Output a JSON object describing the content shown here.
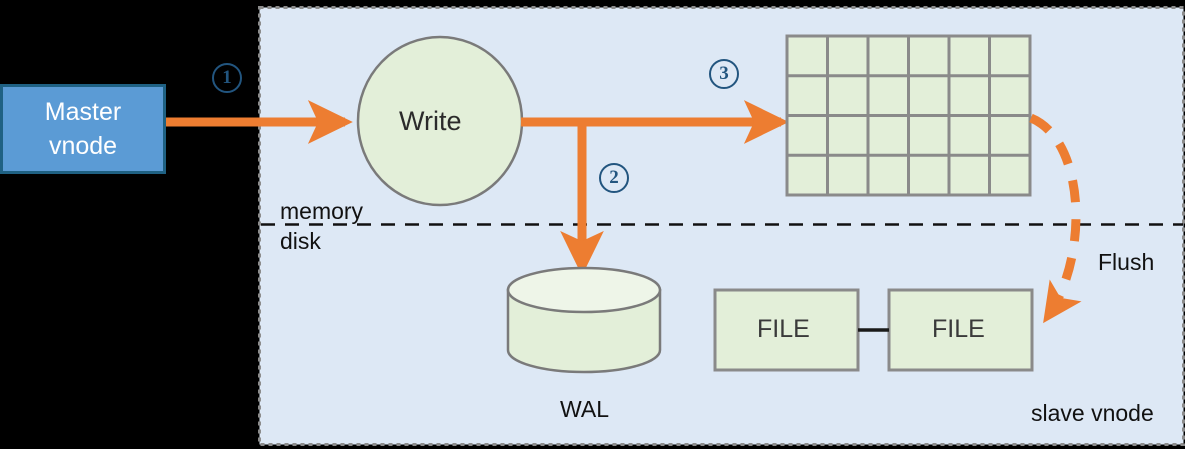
{
  "diagram": {
    "title_nodes": {
      "master_vnode_line1": "Master",
      "master_vnode_line2": "vnode",
      "write_node": "Write",
      "wal_label": "WAL",
      "file_box_1": "FILE",
      "file_box_2": "FILE",
      "slave_vnode": "slave vnode"
    },
    "tier_labels": {
      "memory": "memory",
      "disk": "disk"
    },
    "step_markers": [
      {
        "name": "step-1",
        "label": "1"
      },
      {
        "name": "step-2",
        "label": "2"
      },
      {
        "name": "step-3",
        "label": "3"
      }
    ],
    "edges": {
      "flush_label": "Flush"
    },
    "grid": {
      "columns": 6,
      "rows": 4
    },
    "colors": {
      "background": "#000000",
      "panel_fill": "#dde8f5",
      "panel_border": "#8c8c8c",
      "master_fill": "#5b9bd5",
      "master_border": "#1f6183",
      "node_fill": "#e3efd9",
      "node_border": "#7a7a7a",
      "arrow_orange": "#ed7d31",
      "marker_blue": "#22557f",
      "divider_black": "#111111"
    }
  }
}
